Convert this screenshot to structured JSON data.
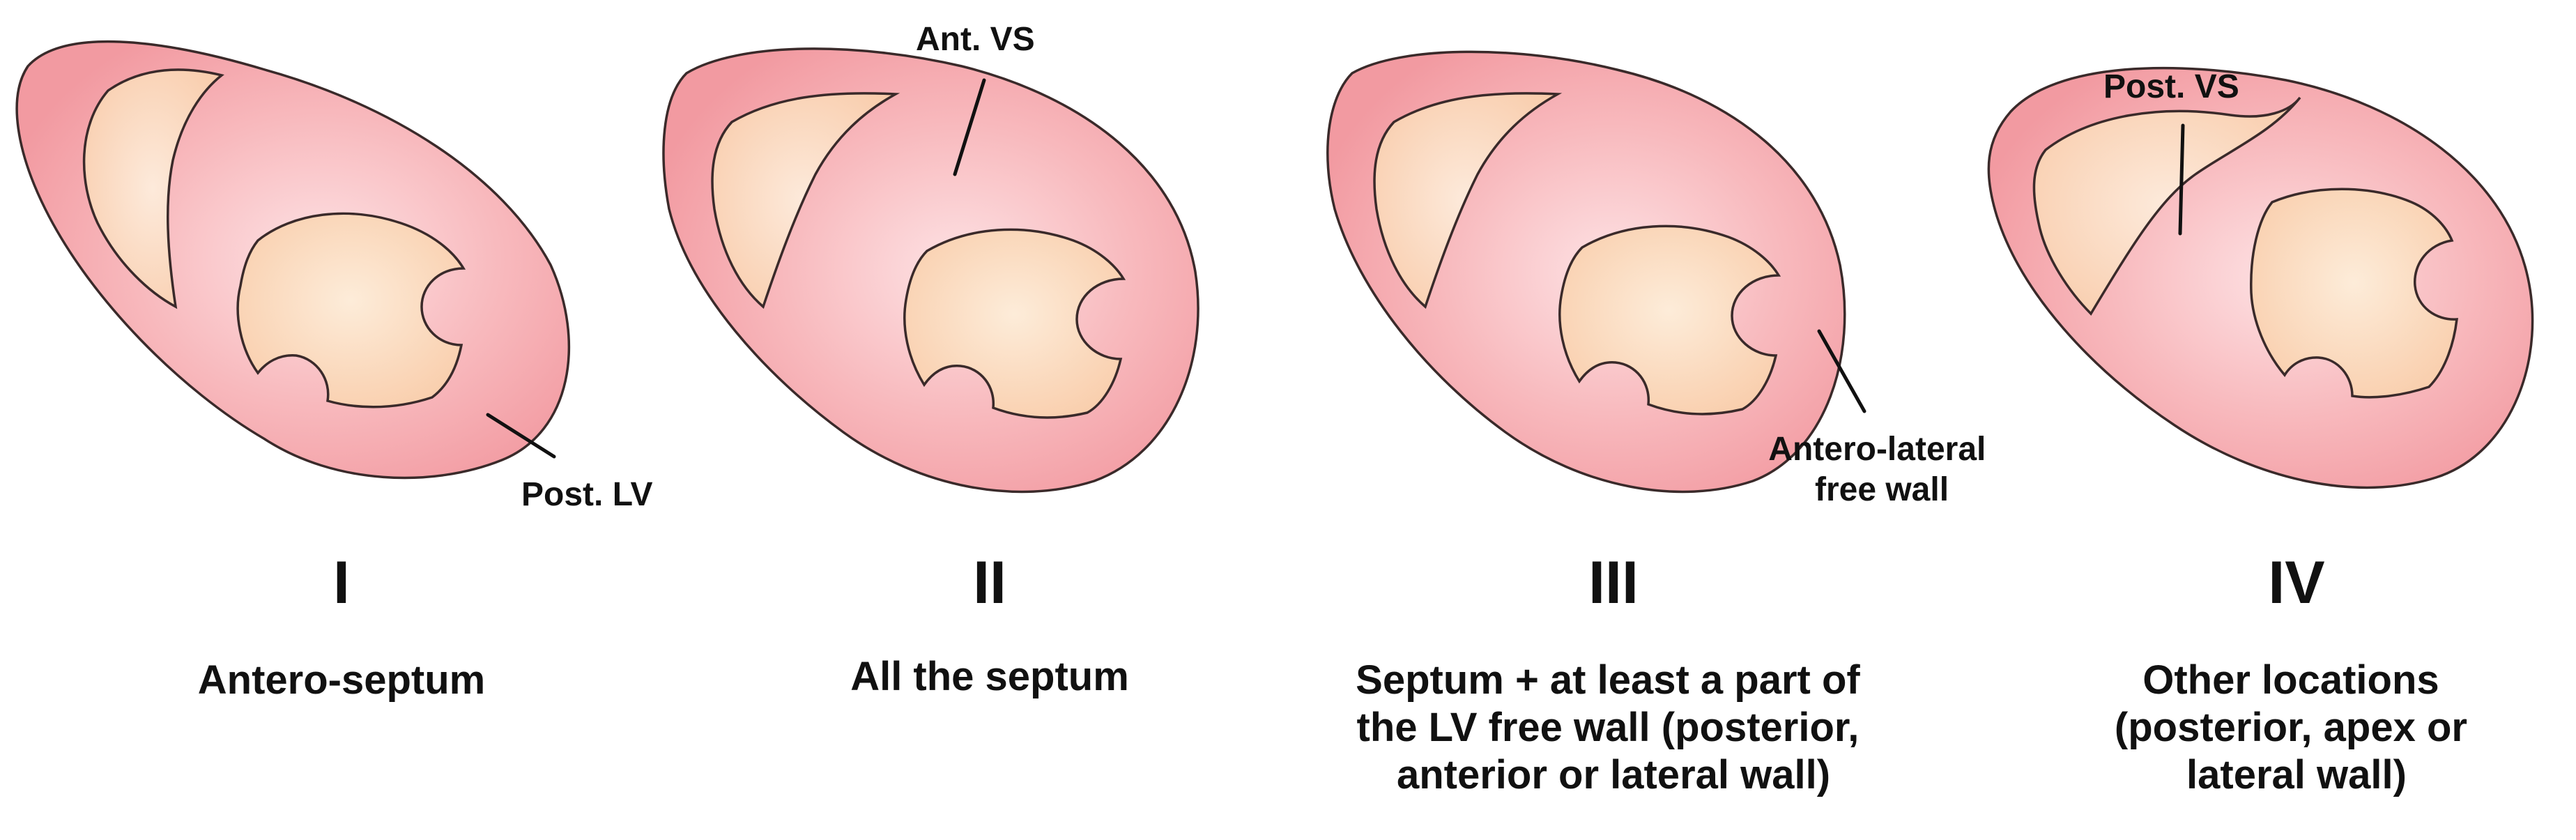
{
  "panels": [
    {
      "id": "I",
      "numeral": "I",
      "caption_lines": [
        "Antero-septum"
      ],
      "callout_lines": [
        "Post. LV"
      ]
    },
    {
      "id": "II",
      "numeral": "II",
      "caption_lines": [
        "All the septum"
      ],
      "callout_lines": [
        "Ant. VS"
      ]
    },
    {
      "id": "III",
      "numeral": "III",
      "caption_lines": [
        "Septum + at least a part of",
        "the LV free wall (posterior,",
        "anterior or lateral wall)"
      ],
      "callout_lines": [
        "Antero-lateral",
        "free wall"
      ]
    },
    {
      "id": "IV",
      "numeral": "IV",
      "caption_lines": [
        "Other locations",
        "(posterior, apex or",
        "lateral wall)"
      ],
      "callout_lines": [
        "Post. VS"
      ]
    }
  ],
  "colors": {
    "myocardium": "#f4a0a6",
    "myocardium_light": "#fde2e4",
    "cavity": "#fbd3b4",
    "cavity_light": "#fdebd8",
    "outline": "#3a2a2a",
    "text": "#111111"
  }
}
